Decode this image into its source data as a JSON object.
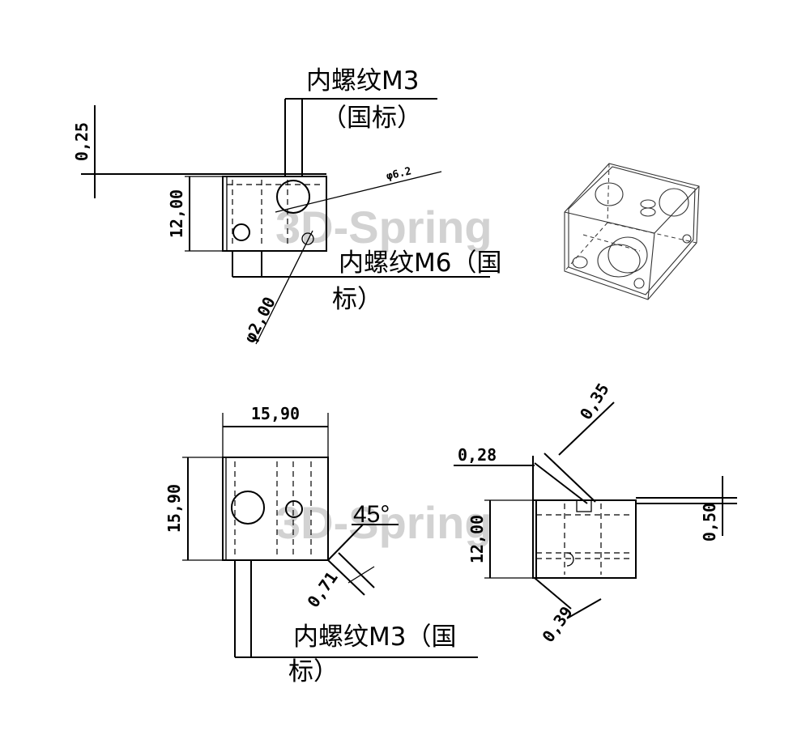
{
  "watermark": "3D-Spring",
  "views": {
    "side": {
      "dim_top": "0,25",
      "dim_height": "12,00",
      "dim_hole_large": "φ6.2",
      "dim_hole_small": "φ2,00",
      "note_m3_line1": "内螺纹M3",
      "note_m3_line2": "（国标）",
      "note_m6_line1": "内螺纹M6（国",
      "note_m6_line2": "标）"
    },
    "front": {
      "dim_width": "15,90",
      "dim_height": "15,90",
      "angle": "45°",
      "dim_chamfer": "0,71",
      "note_line1": "内螺纹M3（国",
      "note_line2": "标）"
    },
    "right": {
      "dim_left": "0,28",
      "dim_top": "0,35",
      "dim_height": "12,00",
      "dim_right": "0,50",
      "dim_bottom": "0,39"
    }
  }
}
